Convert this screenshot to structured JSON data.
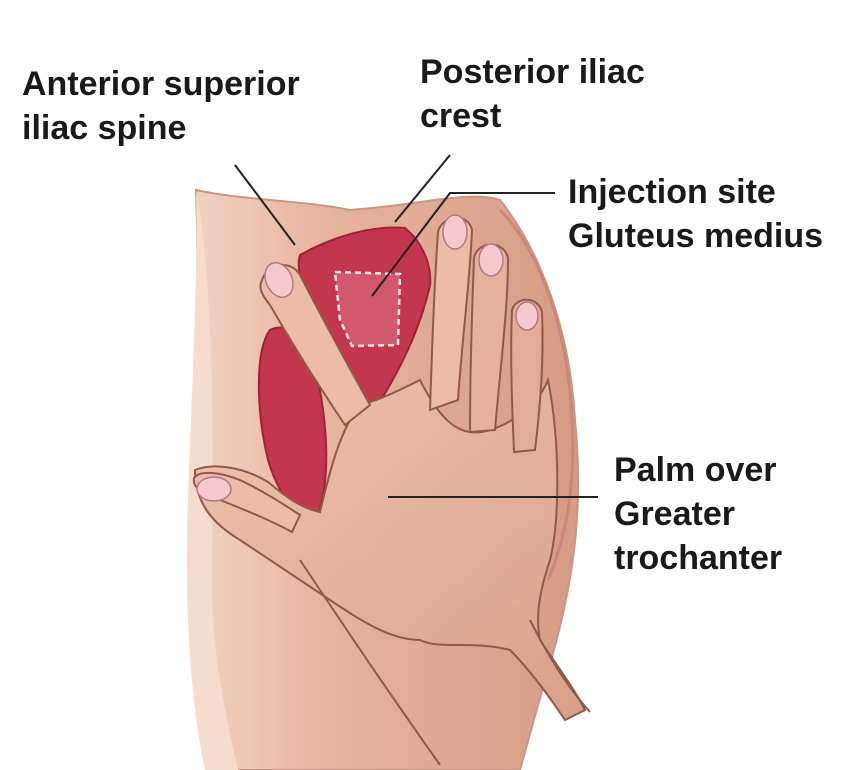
{
  "labels": {
    "anterior_superior_iliac_spine": [
      "Anterior superior",
      "iliac spine"
    ],
    "posterior_iliac_crest": [
      "Posterior iliac",
      "crest"
    ],
    "injection_site": [
      "Injection site",
      "Gluteus medius"
    ],
    "palm": [
      "Palm over",
      "Greater",
      "trochanter"
    ]
  },
  "colors": {
    "skin": "#e8b9a2",
    "skin_shadow": "#c98f7a",
    "muscle": "#c0394e",
    "outline": "#8a4a3a",
    "leader": "#222222"
  }
}
